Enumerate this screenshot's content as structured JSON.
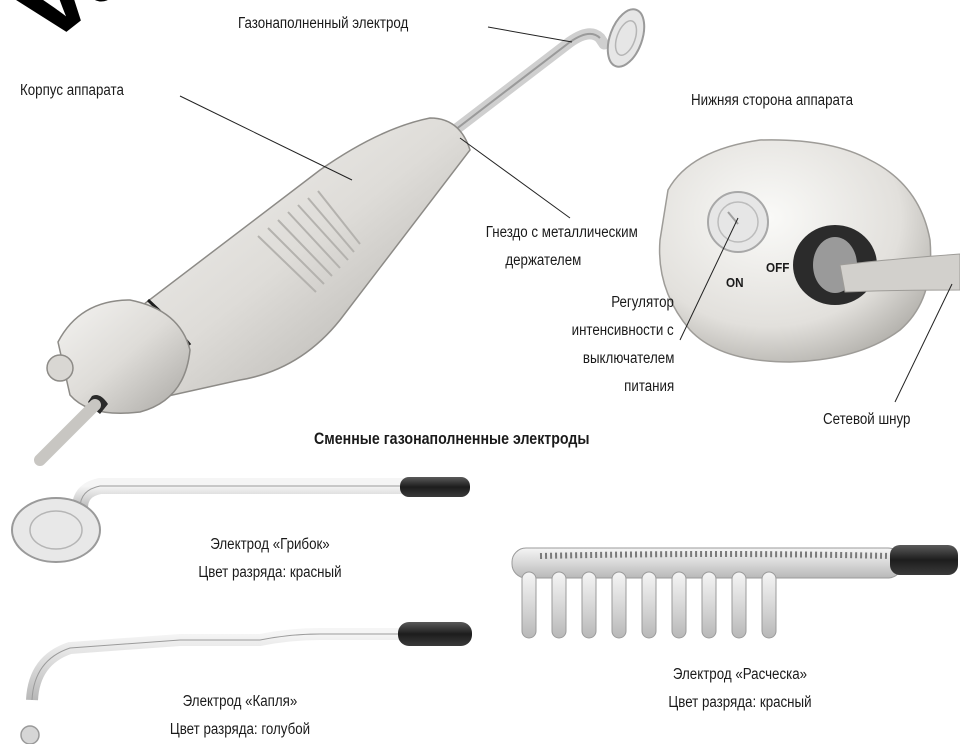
{
  "watermark": "va",
  "labels": {
    "electrode_top": "Газонаполненный электрод",
    "housing": "Корпус аппарата",
    "bottom_side": "Нижняя сторона аппарата",
    "socket_line1": "Гнездо с металлическим",
    "socket_line2": "держателем",
    "switch_on": "ON",
    "switch_off": "OFF",
    "regulator_line1": "Регулятор",
    "regulator_line2": "интенсивности с",
    "regulator_line3": "выключателем",
    "regulator_line4": "питания",
    "cord": "Сетевой шнур"
  },
  "section_title": "Сменные газонаполненные электроды",
  "electrodes": {
    "mushroom": {
      "name": "Электрод «Грибок»",
      "discharge": "Цвет разряда: красный"
    },
    "drop": {
      "name": "Электрод «Капля»",
      "discharge": "Цвет разряда: голубой"
    },
    "comb": {
      "name": "Электрод «Расческа»",
      "discharge": "Цвет разряда: красный"
    }
  },
  "colors": {
    "body": "#e3e1de",
    "glass": "#dcdcdc",
    "cap": "#2a2a2a",
    "line": "#222222"
  }
}
